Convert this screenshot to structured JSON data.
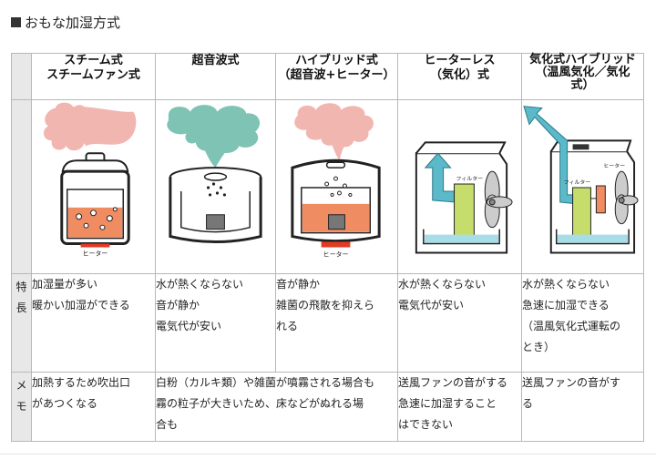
{
  "title": "おもな加湿方式",
  "columns": [
    {
      "line1": "スチーム式",
      "line2": "スチームファン式",
      "line3": ""
    },
    {
      "line1": "超音波式",
      "line2": "",
      "line3": ""
    },
    {
      "line1": "ハイブリッド式",
      "line2": "（超音波+ヒーター）",
      "line3": ""
    },
    {
      "line1": "ヒーターレス",
      "line2": "（気化）式",
      "line3": ""
    },
    {
      "line1": "気化式ハイブリッド",
      "line2": "（温風気化／気化",
      "line3": "式）"
    }
  ],
  "diagram_labels": {
    "heater": "ヒーター",
    "filter": "フィルター"
  },
  "features_label": [
    "特",
    "長"
  ],
  "features": [
    [
      "加湿量が多い",
      "暖かい加湿ができる"
    ],
    [
      "水が熱くならない",
      "音が静か",
      "電気代が安い"
    ],
    [
      "音が静か",
      "雑菌の飛散を抑えら",
      "れる"
    ],
    [
      "水が熱くならない",
      "電気代が安い"
    ],
    [
      "水が熱くならない",
      "急速に加湿できる",
      "（温風気化式運転の",
      "とき）"
    ]
  ],
  "memo_label": [
    "メ",
    "モ"
  ],
  "memos": [
    [
      "加熱するため吹出口",
      "があつくなる"
    ],
    [
      "白粉（カルキ類）や雑菌が噴霧される場合も",
      "霧の粒子が大きいため、床などがぬれる場",
      "合も"
    ],
    [
      "送風ファンの音がする",
      "急速に加湿すること",
      "はできない"
    ],
    [
      "送風ファンの音がす",
      "る"
    ]
  ],
  "colors": {
    "steam": "#f2b6b0",
    "mist": "#7fc3b4",
    "air": "#5bb9c9",
    "water_hot": "#f08c62",
    "water": "#a7dde6",
    "heater": "#e33a22",
    "filter": "#c6dd6b",
    "header_grey": "#e8e8e8"
  }
}
